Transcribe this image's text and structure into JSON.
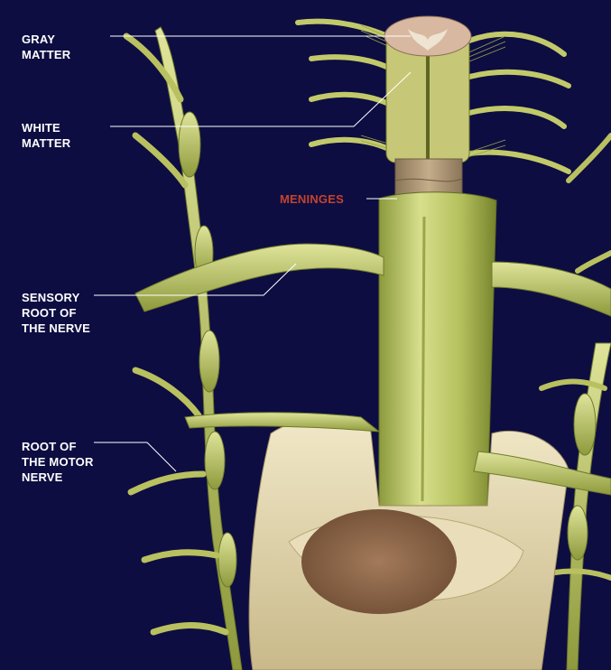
{
  "labels": {
    "gray_matter": [
      "GRAY",
      "MATTER"
    ],
    "white_matter": [
      "WHITE",
      "MATTER"
    ],
    "meninges": "MENINGES",
    "sensory_root": [
      "SENSORY",
      "ROOT OF",
      "THE NERVE"
    ],
    "motor_root": [
      "ROOT OF",
      "THE MOTOR",
      "NERVE"
    ]
  },
  "colors": {
    "background": "#0d0d42",
    "label_text": "#ffffff",
    "meninges_text": "#c4432c",
    "nerve": "#b9c060",
    "bone": "#e6dcb8"
  }
}
